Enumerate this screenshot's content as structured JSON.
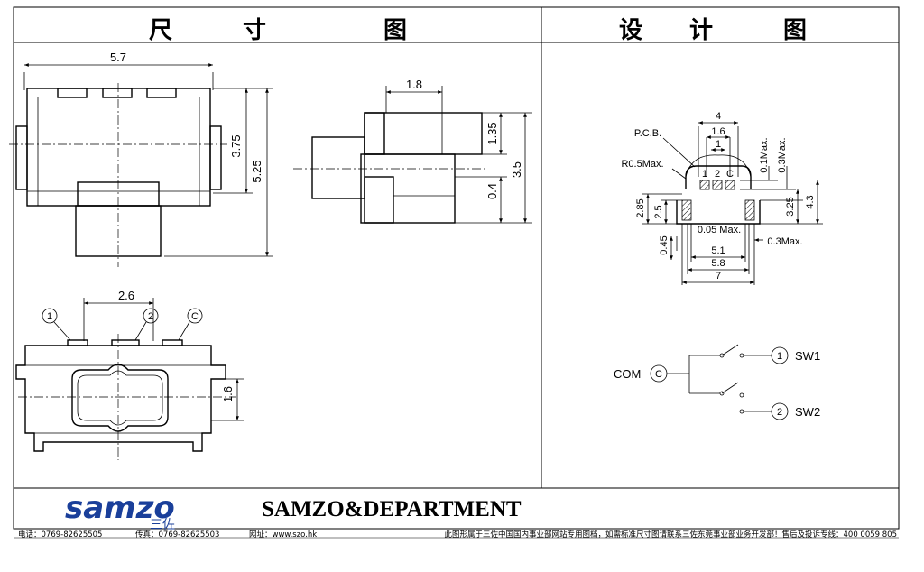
{
  "header": {
    "left_title": "尺　　　寸　　　　　图",
    "right_title": "设　　计　　　图"
  },
  "dimension_drawing": {
    "top_view": {
      "width": "5.7",
      "height_inner": "3.75",
      "height_total": "5.25"
    },
    "side_view": {
      "pin_width": "1.8",
      "top_height": "1.35",
      "total_height": "3.5",
      "pin_height": "0.4"
    },
    "bottom_view": {
      "pin_spacing": "2.6",
      "pin_labels": [
        "1",
        "2",
        "C"
      ],
      "center_offset": "1.6"
    }
  },
  "design_drawing": {
    "pcb_layout": {
      "pcb_label": "P.C.B.",
      "radius_label": "R0.5Max.",
      "dims": {
        "w4": "4",
        "w16": "1.6",
        "w1": "1",
        "t01": "0.1Max.",
        "t03": "0.3Max.",
        "h285": "2.85",
        "h25": "2.5",
        "h325": "3.25",
        "h43": "4.3",
        "gap005": "0.05 Max.",
        "gap03": "0.3Max.",
        "h045": "0.45",
        "w51": "5.1",
        "w58": "5.8",
        "w7": "7"
      },
      "pad_labels": [
        "1",
        "2",
        "C"
      ]
    },
    "circuit": {
      "com_label": "COM",
      "com_symbol": "C",
      "sw1_symbol": "1",
      "sw1_label": "SW1",
      "sw2_symbol": "2",
      "sw2_label": "SW2"
    }
  },
  "footer": {
    "logo_text": "samzo",
    "logo_sub": "三佐",
    "department": "SAMZO&DEPARTMENT",
    "phone": "电话：0769-82625505",
    "fax": "传真：0769-82625503",
    "website": "网址：www.szo.hk",
    "notice": "此图形属于三佐中国国内事业部网站专用图档，如需标准尺寸图请联系三佐东莞事业部业务开发部！售后及投诉专线：400 0059 805"
  },
  "colors": {
    "line": "#000000",
    "logo_blue": "#1a3f9a",
    "background": "#ffffff"
  }
}
